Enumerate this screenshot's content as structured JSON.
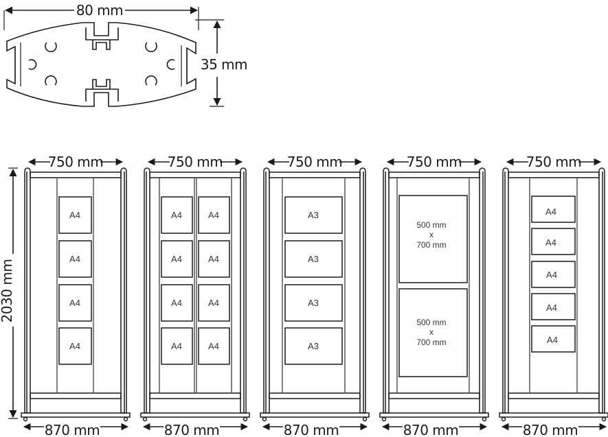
{
  "profile": {
    "width_label": "80 mm",
    "height_label": "35 mm"
  },
  "overall_height_label": "2030 mm",
  "stands": [
    {
      "id": "stand-1",
      "top_width_label": "750 mm",
      "base_width_label": "870 mm",
      "layout": "1 column x 4 rows",
      "panels": [
        "A4",
        "A4",
        "A4",
        "A4"
      ]
    },
    {
      "id": "stand-2",
      "top_width_label": "750 mm",
      "base_width_label": "870 mm",
      "layout": "2 columns x 4 rows",
      "panels": [
        "A4",
        "A4",
        "A4",
        "A4",
        "A4",
        "A4",
        "A4",
        "A4"
      ]
    },
    {
      "id": "stand-3",
      "top_width_label": "750 mm",
      "base_width_label": "870 mm",
      "layout": "1 column x 4 rows",
      "panels": [
        "A3",
        "A3",
        "A3",
        "A3"
      ]
    },
    {
      "id": "stand-4",
      "top_width_label": "750 mm",
      "base_width_label": "870 mm",
      "layout": "1 column x 2 rows",
      "panels": [
        {
          "line1": "500 mm",
          "line2": "x",
          "line3": "700 mm"
        },
        {
          "line1": "500 mm",
          "line2": "x",
          "line3": "700 mm"
        }
      ]
    },
    {
      "id": "stand-5",
      "top_width_label": "750 mm",
      "base_width_label": "870 mm",
      "layout": "1 column x 5 rows",
      "panels": [
        "A4",
        "A4",
        "A4",
        "A4",
        "A4"
      ]
    }
  ]
}
